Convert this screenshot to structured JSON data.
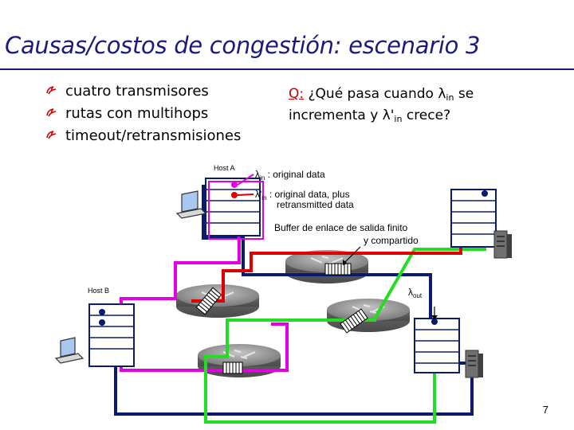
{
  "slide": {
    "title": "Causas/costos de congestión: escenario 3",
    "bullets": [
      {
        "text": "cuatro transmisores"
      },
      {
        "text": "rutas con multihops"
      },
      {
        "text": "timeout/retransmisiones"
      }
    ],
    "question": {
      "label": "Q:",
      "line1_before": " ¿Qué pasa cuando ",
      "lambda": "λ",
      "sub_in": "in",
      "line1_after": " se",
      "line2_before": "incrementa y ",
      "lambda_prime": "λ'",
      "line2_after": " crece?"
    },
    "page_number": "7"
  },
  "diagram": {
    "host_a": "Host A",
    "host_b": "Host B",
    "lambda_in": {
      "sym": "λ",
      "sub": "in",
      "text": " : original data"
    },
    "lambda_in_prime": {
      "sym": "λ'",
      "sub": "in",
      "text": " : original data, plus",
      "text2": "retransmitted data"
    },
    "buffer_label": {
      "line1": "Buffer de enlace de salida finito",
      "line2": "y compartido"
    },
    "lambda_out": {
      "sym": "λ",
      "sub": "out"
    },
    "colors": {
      "navy": "#0a1a6e",
      "magenta": "#e000e0",
      "green": "#22dd22",
      "red": "#dd0000",
      "title": "#1a1a80",
      "bullet": "#cc0000",
      "router": "#8a8a8a",
      "host_screen": "#a8c8f0"
    },
    "icons": [
      "laptop-icon",
      "server-icon",
      "router-icon",
      "buffer-icon"
    ]
  }
}
